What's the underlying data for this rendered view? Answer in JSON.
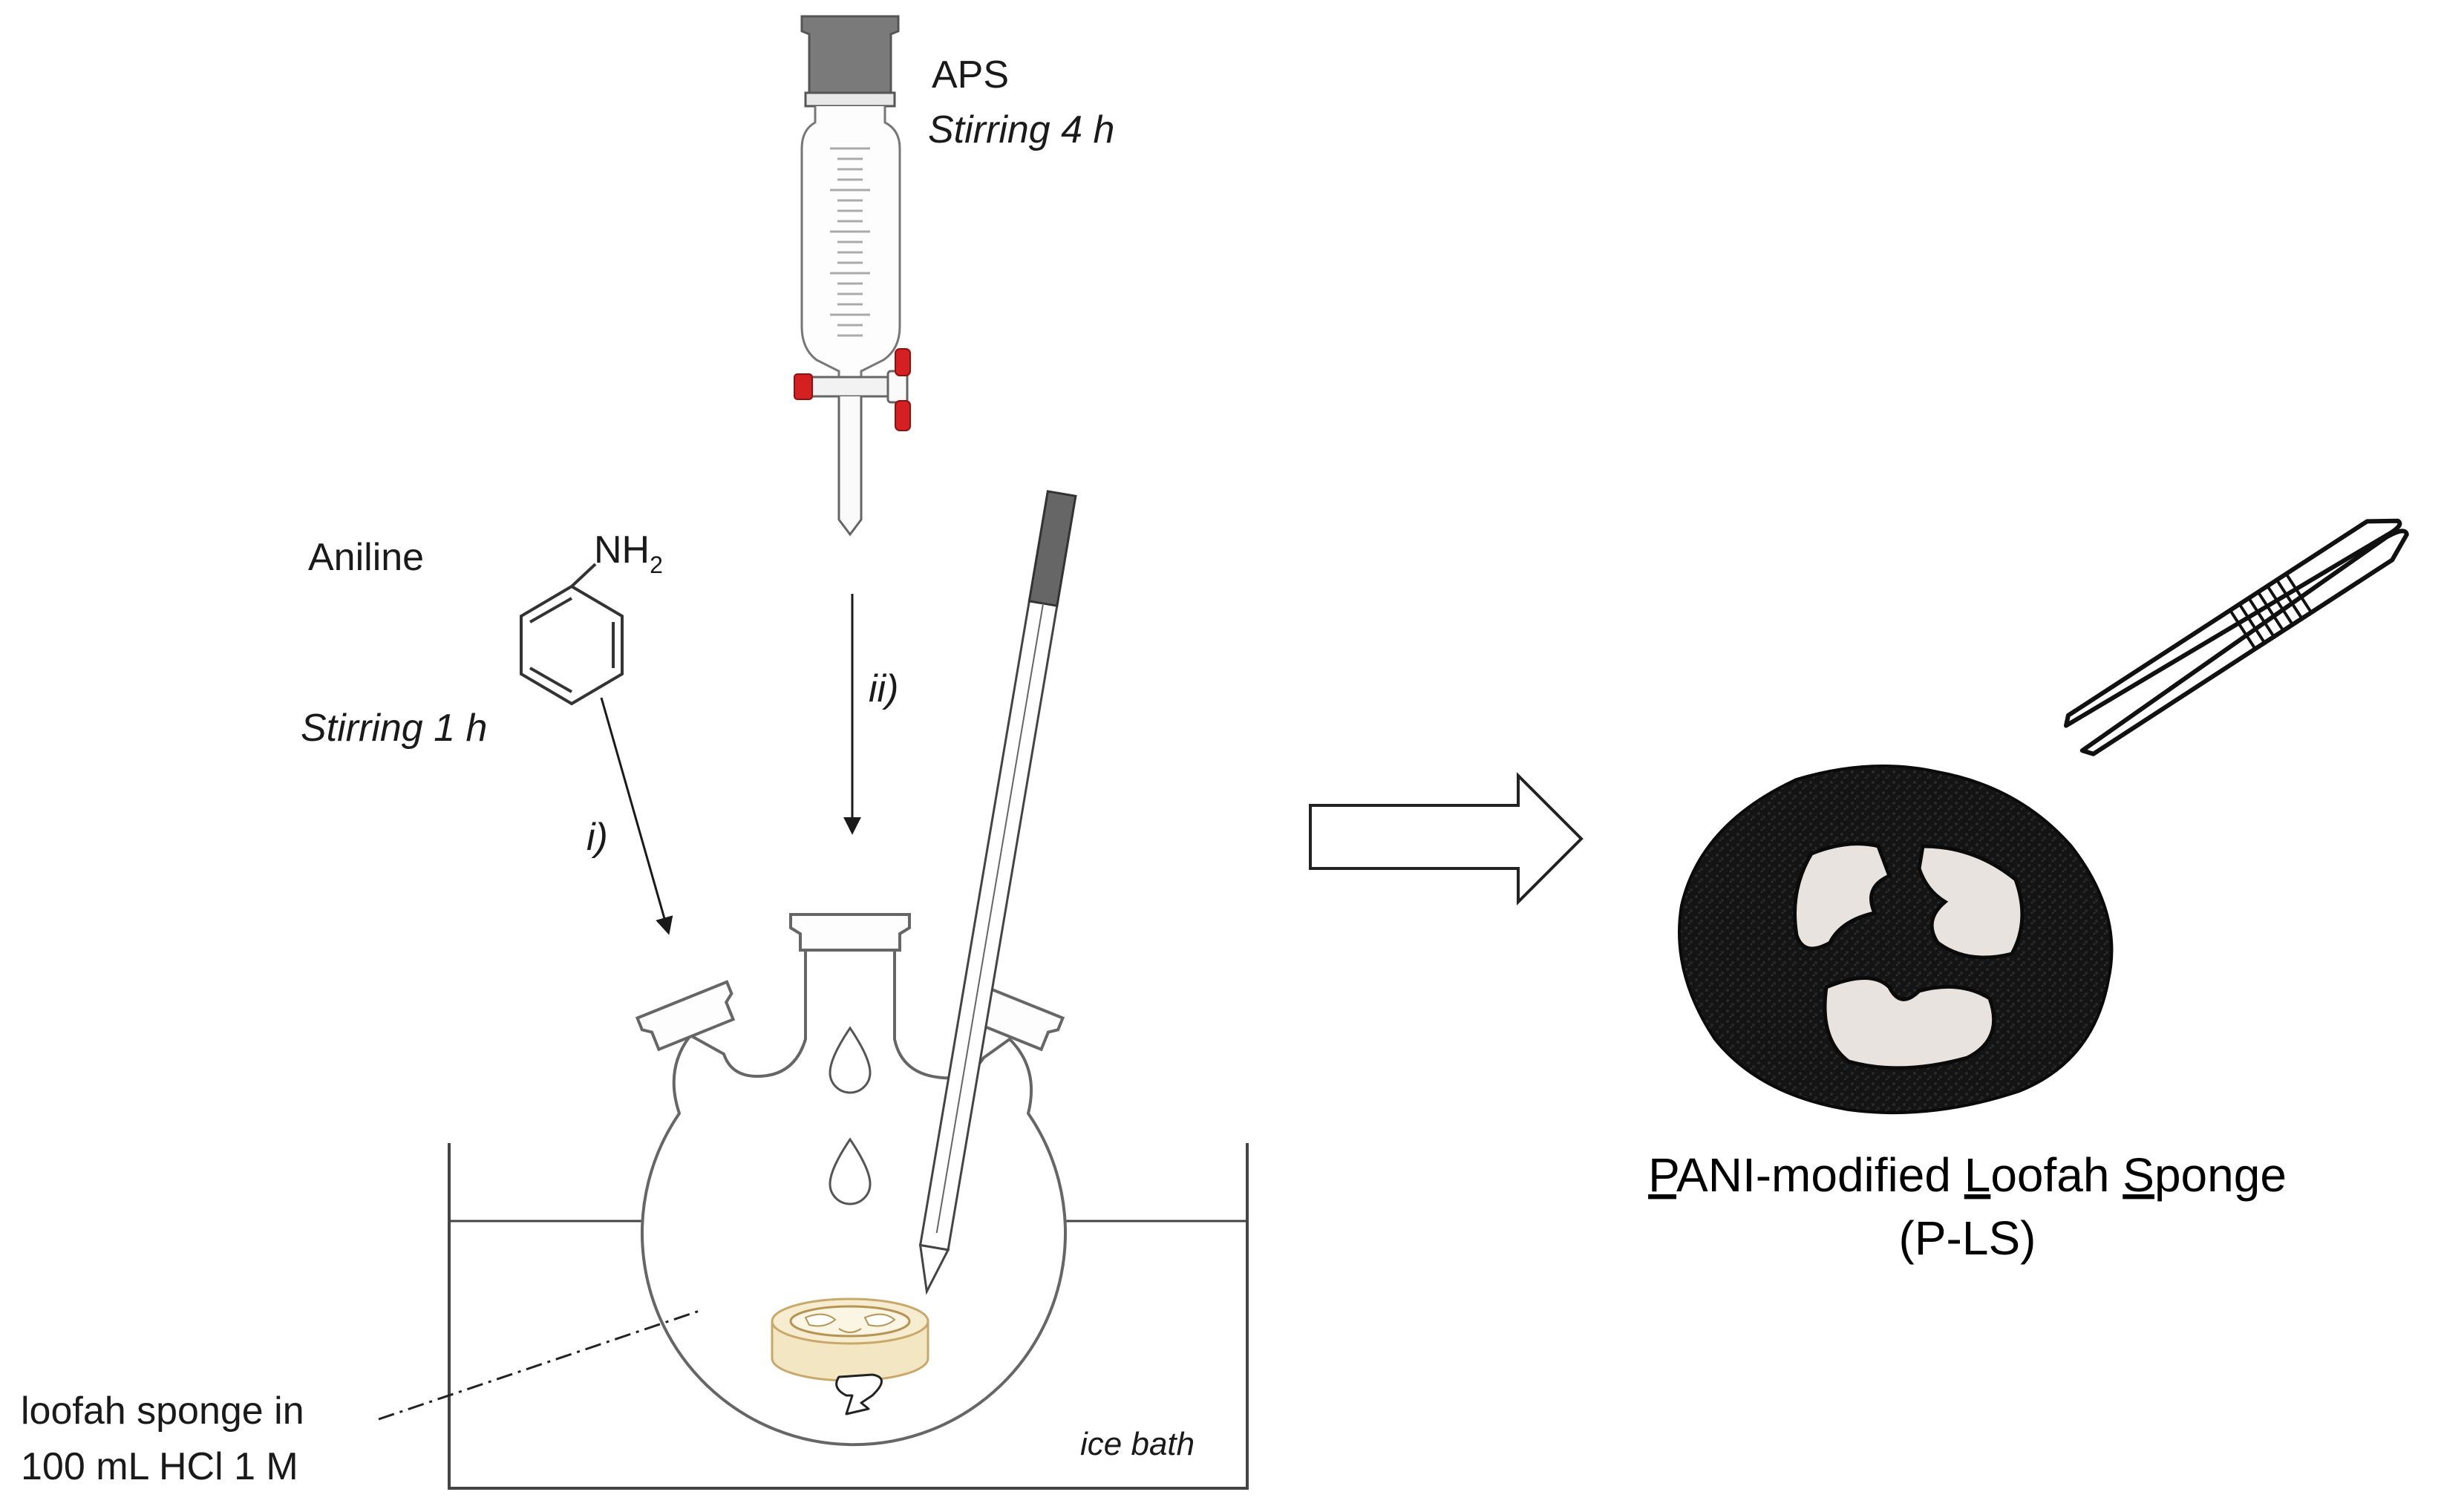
{
  "labels": {
    "aps": "APS",
    "aps_time": "Stirring 4 h",
    "aniline": "Aniline",
    "nh": "NH",
    "nh_sub": "2",
    "aniline_time": "Stirring 1 h",
    "step_i": "i)",
    "step_ii": "ii)",
    "ice_bath": "ice bath",
    "sponge_line1": "loofah sponge in",
    "sponge_line2": "100 mL HCl 1 M",
    "product_p": "P",
    "product_ani": "ANI-modified ",
    "product_l": "L",
    "product_oofah": "oofah ",
    "product_s": "S",
    "product_ponge": "ponge",
    "product_abbr": "(P-LS)"
  },
  "colors": {
    "stopcock_red": "#d42020",
    "stopper_gray": "#7a7a7a",
    "sponge_beige": "#f3e6c2",
    "sponge_edge": "#c9a86a",
    "product_black": "#111111"
  }
}
